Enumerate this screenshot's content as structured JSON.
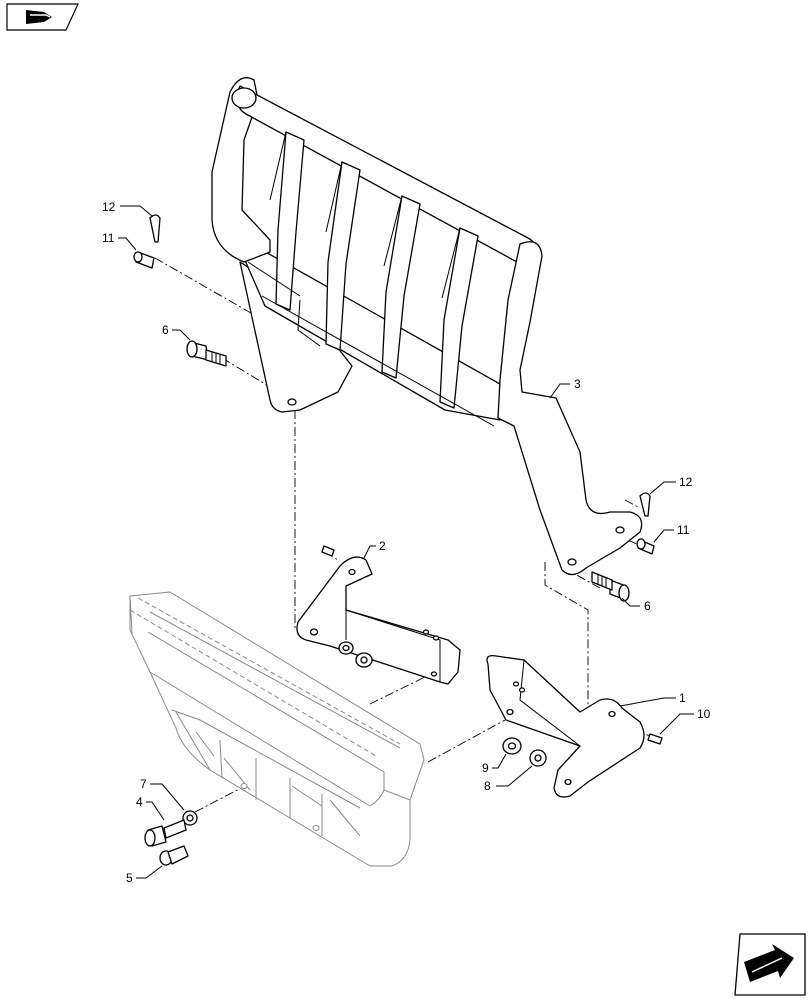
{
  "icons": {
    "top_left": "previous-section-icon",
    "bottom_right": "next-section-icon"
  },
  "callouts": {
    "c1": "1",
    "c2": "2",
    "c3": "3",
    "c4": "4",
    "c5": "5",
    "c6a": "6",
    "c6b": "6",
    "c7": "7",
    "c8": "8",
    "c9": "9",
    "c10": "10",
    "c11a": "11",
    "c11b": "11",
    "c12a": "12",
    "c12b": "12"
  }
}
